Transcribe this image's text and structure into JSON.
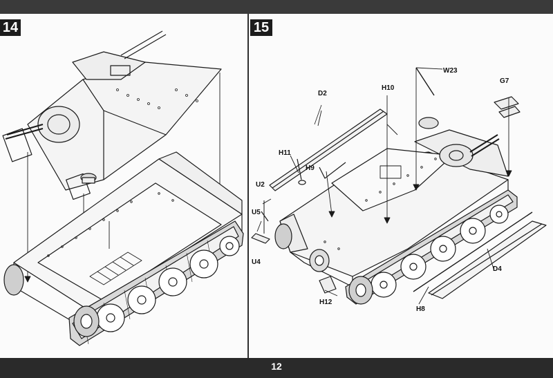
{
  "steps": {
    "left": "14",
    "right": "15"
  },
  "page_number": "12",
  "part_labels": {
    "d2": "D2",
    "h10": "H10",
    "w23": "W23",
    "g7": "G7",
    "h11": "H11",
    "h9": "H9",
    "u2": "U2",
    "u5": "U5",
    "u4": "U4",
    "h12": "H12",
    "h8": "H8",
    "d4": "D4"
  },
  "colors": {
    "ink": "#1a1a1a",
    "paper": "#fbfbfb",
    "frame": "#2a2a2a"
  }
}
